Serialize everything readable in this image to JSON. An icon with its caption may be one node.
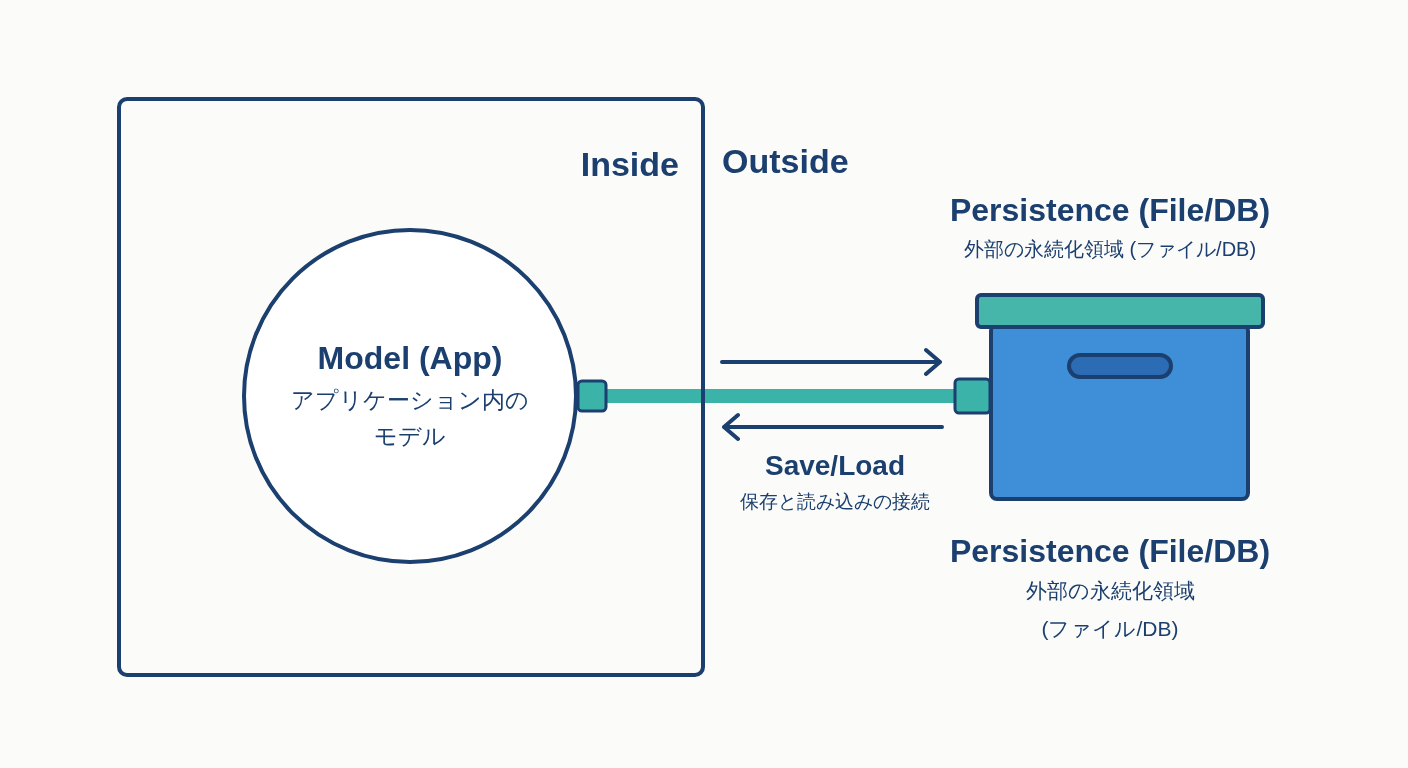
{
  "diagram": {
    "nodes": [
      {
        "text": [
          "Inside"
        ]
      },
      {
        "text": [
          "Model (App)",
          "アプリケーション内のモデル"
        ],
        "in": 0
      },
      {
        "text": [],
        "shape": "box",
        "beside": [
          "Persistence (File/DB)",
          "外部の永続化領域 (ファイル/DB)",
          "Persistence (File/DB)",
          "外部の永続化領域 (ファイル/DB)"
        ]
      }
    ],
    "edges": [
      {
        "from": 1,
        "to": 2,
        "arrow": "other",
        "color": "#3bb3a8"
      }
    ],
    "labels": [
      "Outside",
      "Save/Load",
      "保存と読み込みの接続"
    ]
  }
}
